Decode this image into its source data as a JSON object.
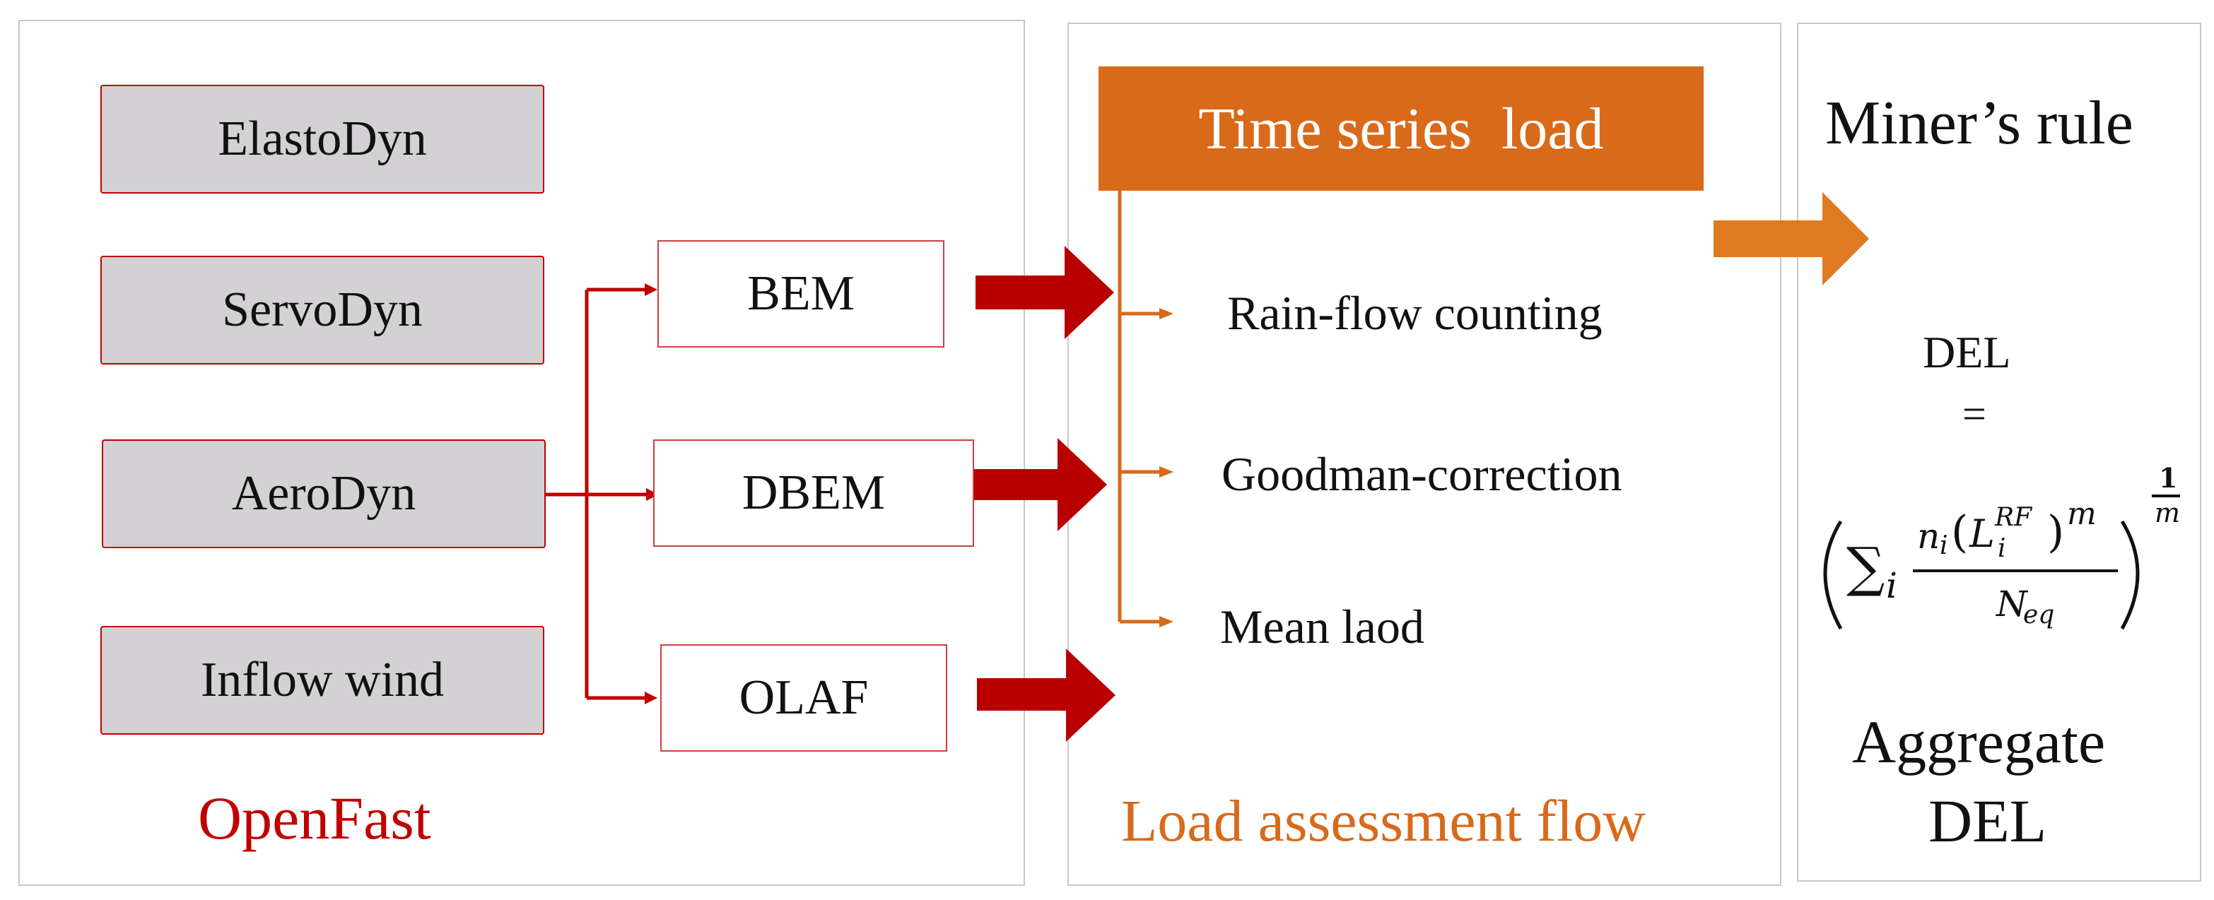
{
  "openfast": {
    "modules": [
      "ElastoDyn",
      "ServoDyn",
      "AeroDyn",
      "Inflow wind"
    ],
    "solvers": [
      "BEM",
      "DBEM",
      "OLAF"
    ],
    "caption": "OpenFast"
  },
  "load_flow": {
    "title": "Time series  load",
    "steps": [
      "Rain-flow counting",
      "Goodman-correction",
      "Mean laod"
    ],
    "caption": "Load assessment flow"
  },
  "miner": {
    "title": "Miner’s rule",
    "formula": {
      "lhs": "DEL",
      "eq": "=",
      "sum": "∑",
      "sub_i": "i",
      "numerator_n": "n",
      "numerator_i": "i",
      "L": "L",
      "L_sup": "RF",
      "L_sub": "i",
      "m": "m",
      "denominator": "N",
      "denominator_sub": "eq",
      "exp_num": "1",
      "exp_den": "m"
    },
    "caption_line1": "Aggregate",
    "caption_line2": "DEL"
  },
  "colors": {
    "dark_red": "#c00000",
    "orange": "#d86a1a",
    "module_fill": "#d3d1d3",
    "caption_red": "#c00000",
    "caption_orange": "#d86a1a"
  }
}
